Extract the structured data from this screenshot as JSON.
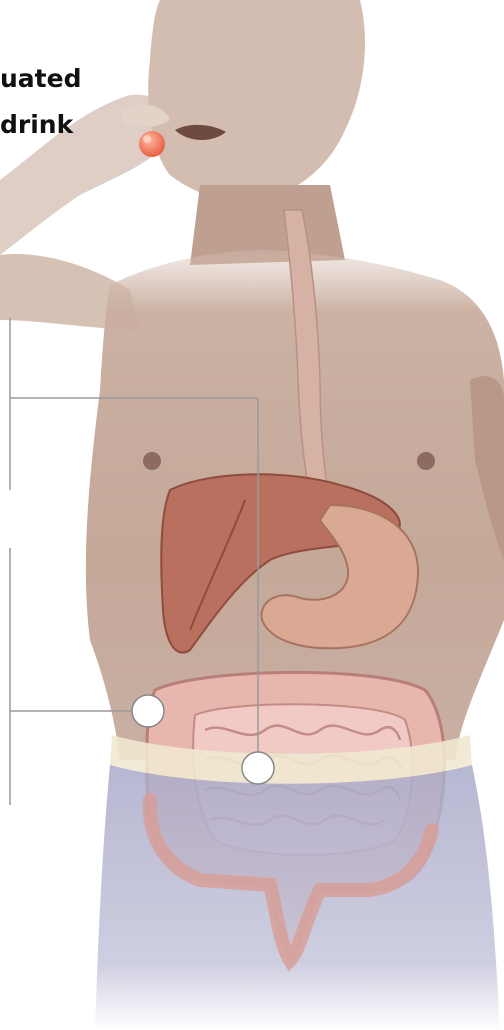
{
  "caption": {
    "line1": "uated",
    "line2": "drink"
  },
  "colors": {
    "skin": "#c8ad9f",
    "skin_dark": "#a88574",
    "liver": "#b9705f",
    "stomach": "#d9a994",
    "intestine": "#e9bdb6",
    "shorts": "#a7a8c6",
    "waistband": "#efe8cf",
    "pill": "#ef7a58",
    "leader_line": "#9a9a9a"
  },
  "icons": {
    "pill": "pill-icon",
    "callout_small_intestine": "callout-marker",
    "callout_colon": "callout-marker"
  }
}
